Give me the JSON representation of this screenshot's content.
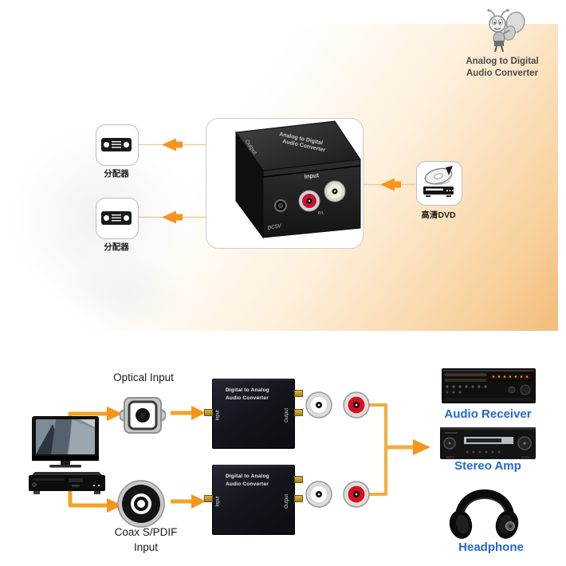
{
  "logo": {
    "line1": "Analog to Digital",
    "line2": "Audio Converter"
  },
  "top_diagram": {
    "splitters": [
      {
        "label": "分配器"
      },
      {
        "label": "分配器"
      }
    ],
    "source": {
      "label": "高清DVD"
    },
    "converter": {
      "title_line1": "Analog to Digital",
      "title_line2": "Audio Converter",
      "output_label": "Output",
      "input_label": "Input",
      "rl_label": "R/L",
      "dc_label": "DC5V"
    }
  },
  "bottom_diagram": {
    "optical_label": "Optical Input",
    "coax_label_line1": "Coax S/PDIF",
    "coax_label_line2": "Input",
    "converters": [
      {
        "title_line1": "Digital to Analog",
        "title_line2": "Audio Converter",
        "input_label": "Input",
        "output_label": "Output"
      },
      {
        "title_line1": "Digital to Analog",
        "title_line2": "Audio Converter",
        "input_label": "Input",
        "output_label": "Output"
      }
    ],
    "devices": [
      {
        "label": "Audio Receiver"
      },
      {
        "label": "Stereo Amp"
      },
      {
        "label": "Headphone"
      }
    ]
  },
  "colors": {
    "arrow_orange": "#F7941E",
    "routing_orange": "#F3AD3C",
    "line_tan": "#E9CF9F",
    "label_blue": "#2468CF",
    "rca_red": "#C8142E",
    "panel_peach": "#F2BC7C"
  }
}
